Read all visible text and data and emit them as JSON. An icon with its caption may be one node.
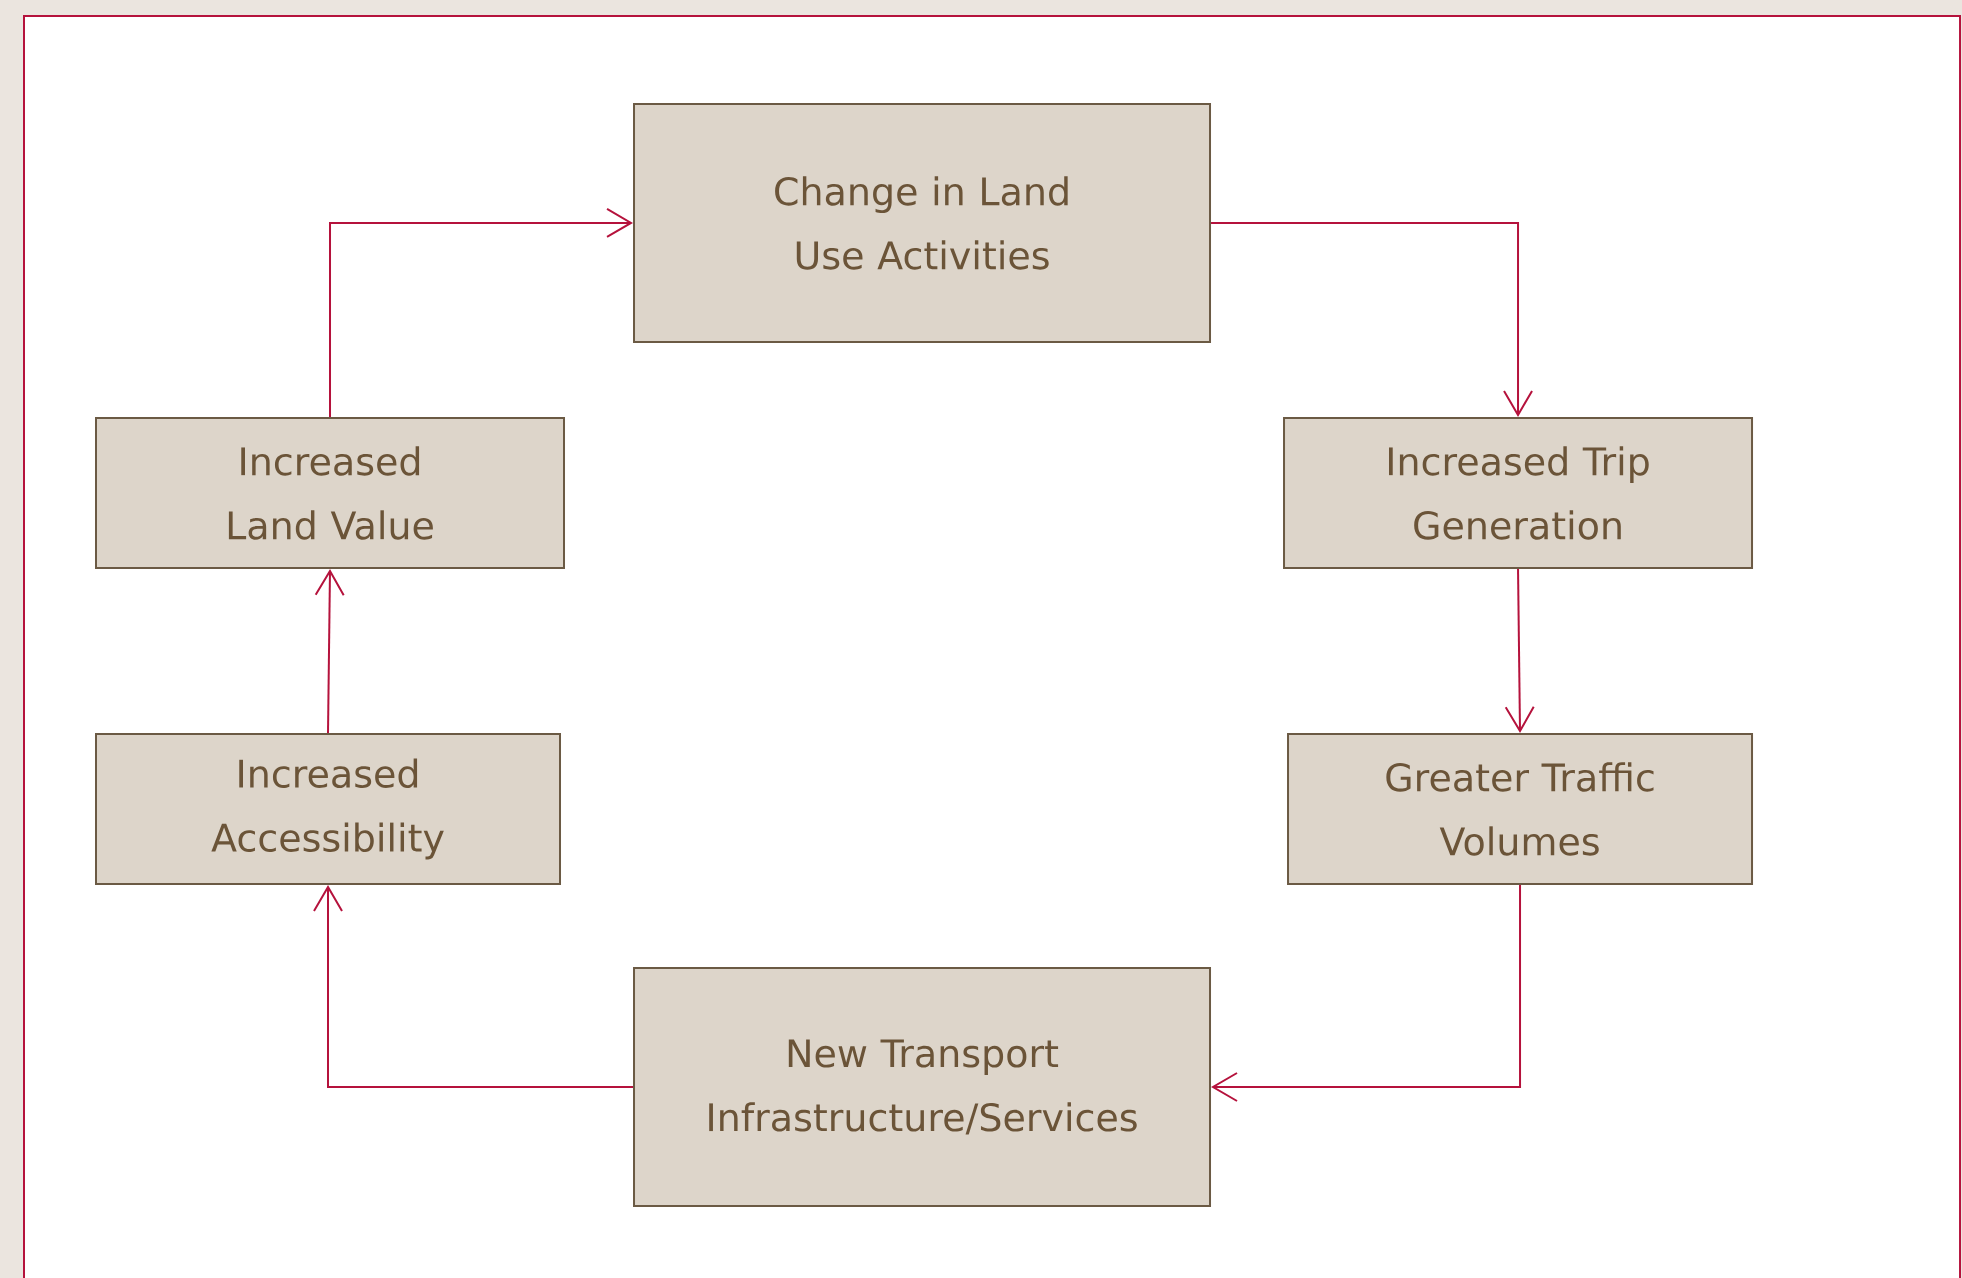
{
  "diagram": {
    "nodes": [
      {
        "text": [
          "Change in Land Use Activities"
        ]
      },
      {
        "text": [
          "Increased Trip Generation"
        ]
      },
      {
        "text": [
          "Greater Traffic Volumes"
        ]
      },
      {
        "text": [
          "New Transport Infrastructure/Services"
        ]
      },
      {
        "text": [
          "Increased Accessibility"
        ]
      },
      {
        "text": [
          "Increased Land Value"
        ]
      }
    ],
    "edges": [
      {
        "from": 0,
        "to": 1,
        "arrow": "to"
      },
      {
        "from": 1,
        "to": 2,
        "arrow": "to"
      },
      {
        "from": 2,
        "to": 3,
        "arrow": "to"
      },
      {
        "from": 3,
        "to": 4,
        "arrow": "to"
      },
      {
        "from": 4,
        "to": 5,
        "arrow": "to"
      },
      {
        "from": 5,
        "to": 0,
        "arrow": "to"
      }
    ]
  }
}
